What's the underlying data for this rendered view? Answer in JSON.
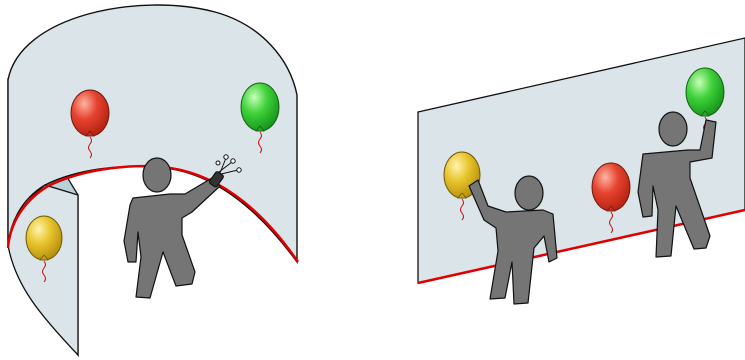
{
  "scenes": [
    {
      "id": "curved-wall",
      "wall_color": "#dbe5e9",
      "wall_side_color": "#b9d3d9",
      "floor_line_color": "#e00000",
      "balloons": [
        {
          "color": "red",
          "fill": "#e5432f"
        },
        {
          "color": "green",
          "fill": "#3fd23a"
        },
        {
          "color": "yellow",
          "fill": "#e8c52e"
        }
      ],
      "person": {
        "action": "pointing-with-remote",
        "fill": "#757575"
      }
    },
    {
      "id": "flat-wall",
      "wall_color": "#dbe5e9",
      "floor_line_color": "#e00000",
      "balloons": [
        {
          "color": "yellow",
          "fill": "#e8c52e"
        },
        {
          "color": "red",
          "fill": "#e5432f"
        },
        {
          "color": "green",
          "fill": "#3fd23a"
        }
      ],
      "people": [
        {
          "action": "touching-yellow-balloon",
          "fill": "#757575"
        },
        {
          "action": "touching-green-balloon",
          "fill": "#757575"
        }
      ]
    }
  ]
}
